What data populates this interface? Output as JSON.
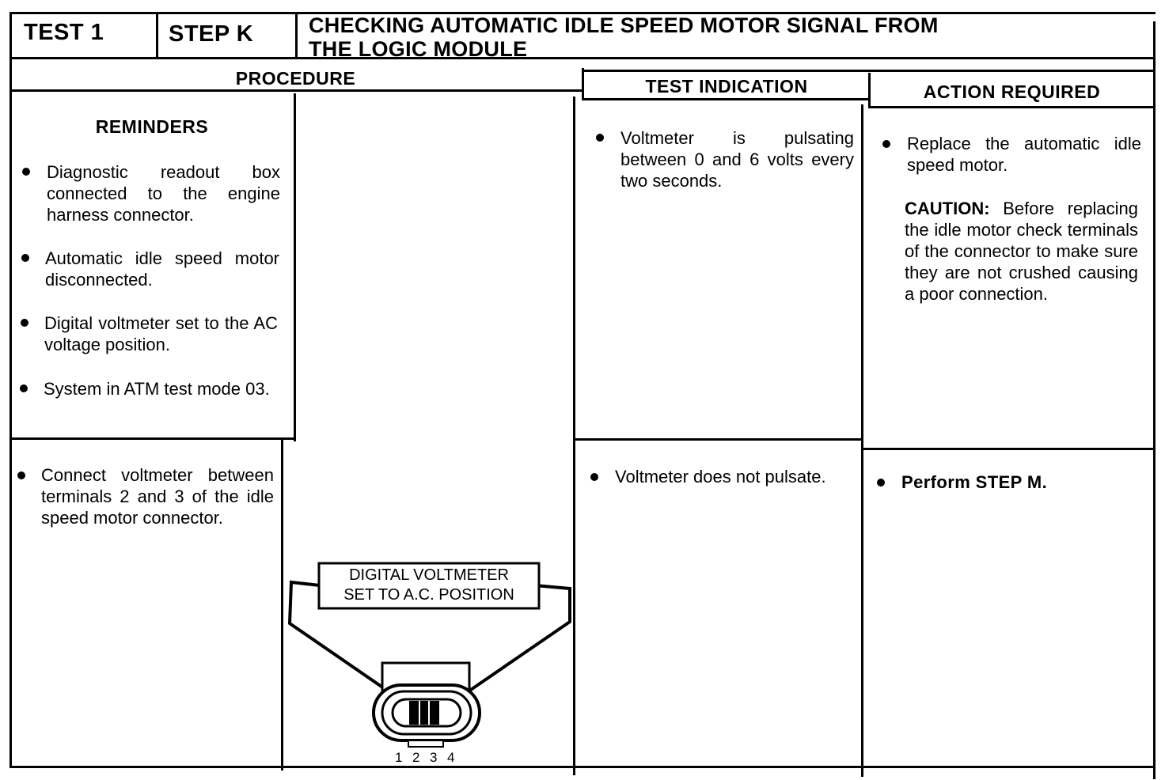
{
  "header": {
    "test_label": "TEST 1",
    "step_label": "STEP K",
    "title_line1": "CHECKING AUTOMATIC IDLE SPEED MOTOR SIGNAL FROM",
    "title_line2": "THE LOGIC MODULE"
  },
  "columns": {
    "procedure": "PROCEDURE",
    "test_indication": "TEST INDICATION",
    "action_required": "ACTION REQUIRED"
  },
  "reminders": {
    "heading": "REMINDERS",
    "items": [
      "Diagnostic readout box connected to the engine harness connector.",
      "Automatic idle speed motor disconnected.",
      "Digital voltmeter set to the AC voltage position.",
      "System in ATM test mode 03."
    ]
  },
  "procedure_step": "Connect voltmeter between terminals 2 and 3 of the idle speed motor connector.",
  "diagram": {
    "label_line1": "DIGITAL VOLTMETER",
    "label_line2": "SET TO A.C. POSITION",
    "terminals": [
      "1",
      "2",
      "3",
      "4"
    ]
  },
  "indications": [
    "Voltmeter is pulsating between 0 and 6 volts every two seconds.",
    "Voltmeter does not pulsate."
  ],
  "actions": {
    "first": "Replace the automatic idle speed motor.",
    "caution_label": "CAUTION:",
    "caution_text": "Before replacing the idle motor check terminals of the connector to make sure they are not crushed causing a poor connection.",
    "second": "Perform STEP M."
  }
}
